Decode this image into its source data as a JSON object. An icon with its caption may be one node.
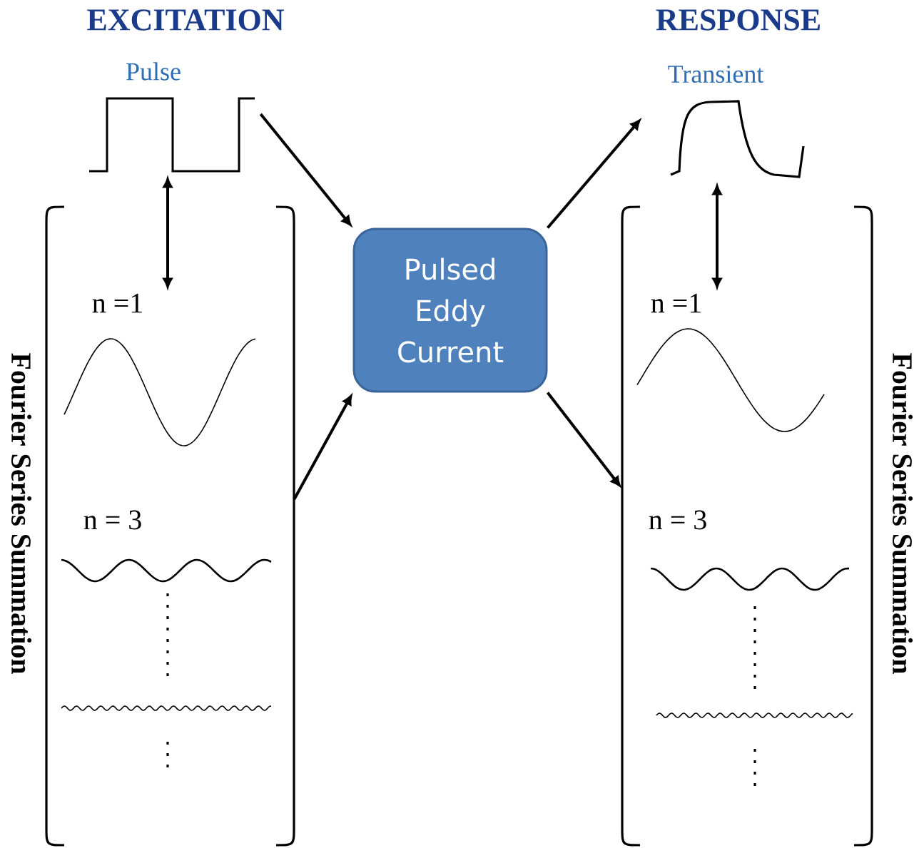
{
  "diagram": {
    "nodes": [
      {
        "text": [
          "Pulse"
        ]
      },
      {
        "text": [
          "Pulsed Eddy Current"
        ]
      },
      {
        "text": [
          "Transient"
        ]
      },
      {
        "text": [
          "Fourier Series Summation"
        ]
      },
      {
        "text": [
          "n =1"
        ],
        "in": 3
      },
      {
        "text": [
          "n = 3"
        ],
        "in": 3
      },
      {
        "text": [
          "Fourier Series Summation"
        ]
      },
      {
        "text": [
          "n =1"
        ],
        "in": 6
      },
      {
        "text": [
          "n = 3"
        ],
        "in": 6
      }
    ],
    "edges": [
      {
        "from": 0,
        "to": 1,
        "arrow": "to"
      },
      {
        "from": 3,
        "to": 1,
        "arrow": "to"
      },
      {
        "from": 1,
        "to": 2,
        "arrow": "to"
      },
      {
        "from": 1,
        "to": 6,
        "arrow": "to"
      },
      {
        "from": 0,
        "to": 4,
        "arrow": "both"
      },
      {
        "from": 2,
        "to": 7,
        "arrow": "both"
      }
    ],
    "labels": [
      "EXCITATION",
      "RESPONSE"
    ]
  }
}
